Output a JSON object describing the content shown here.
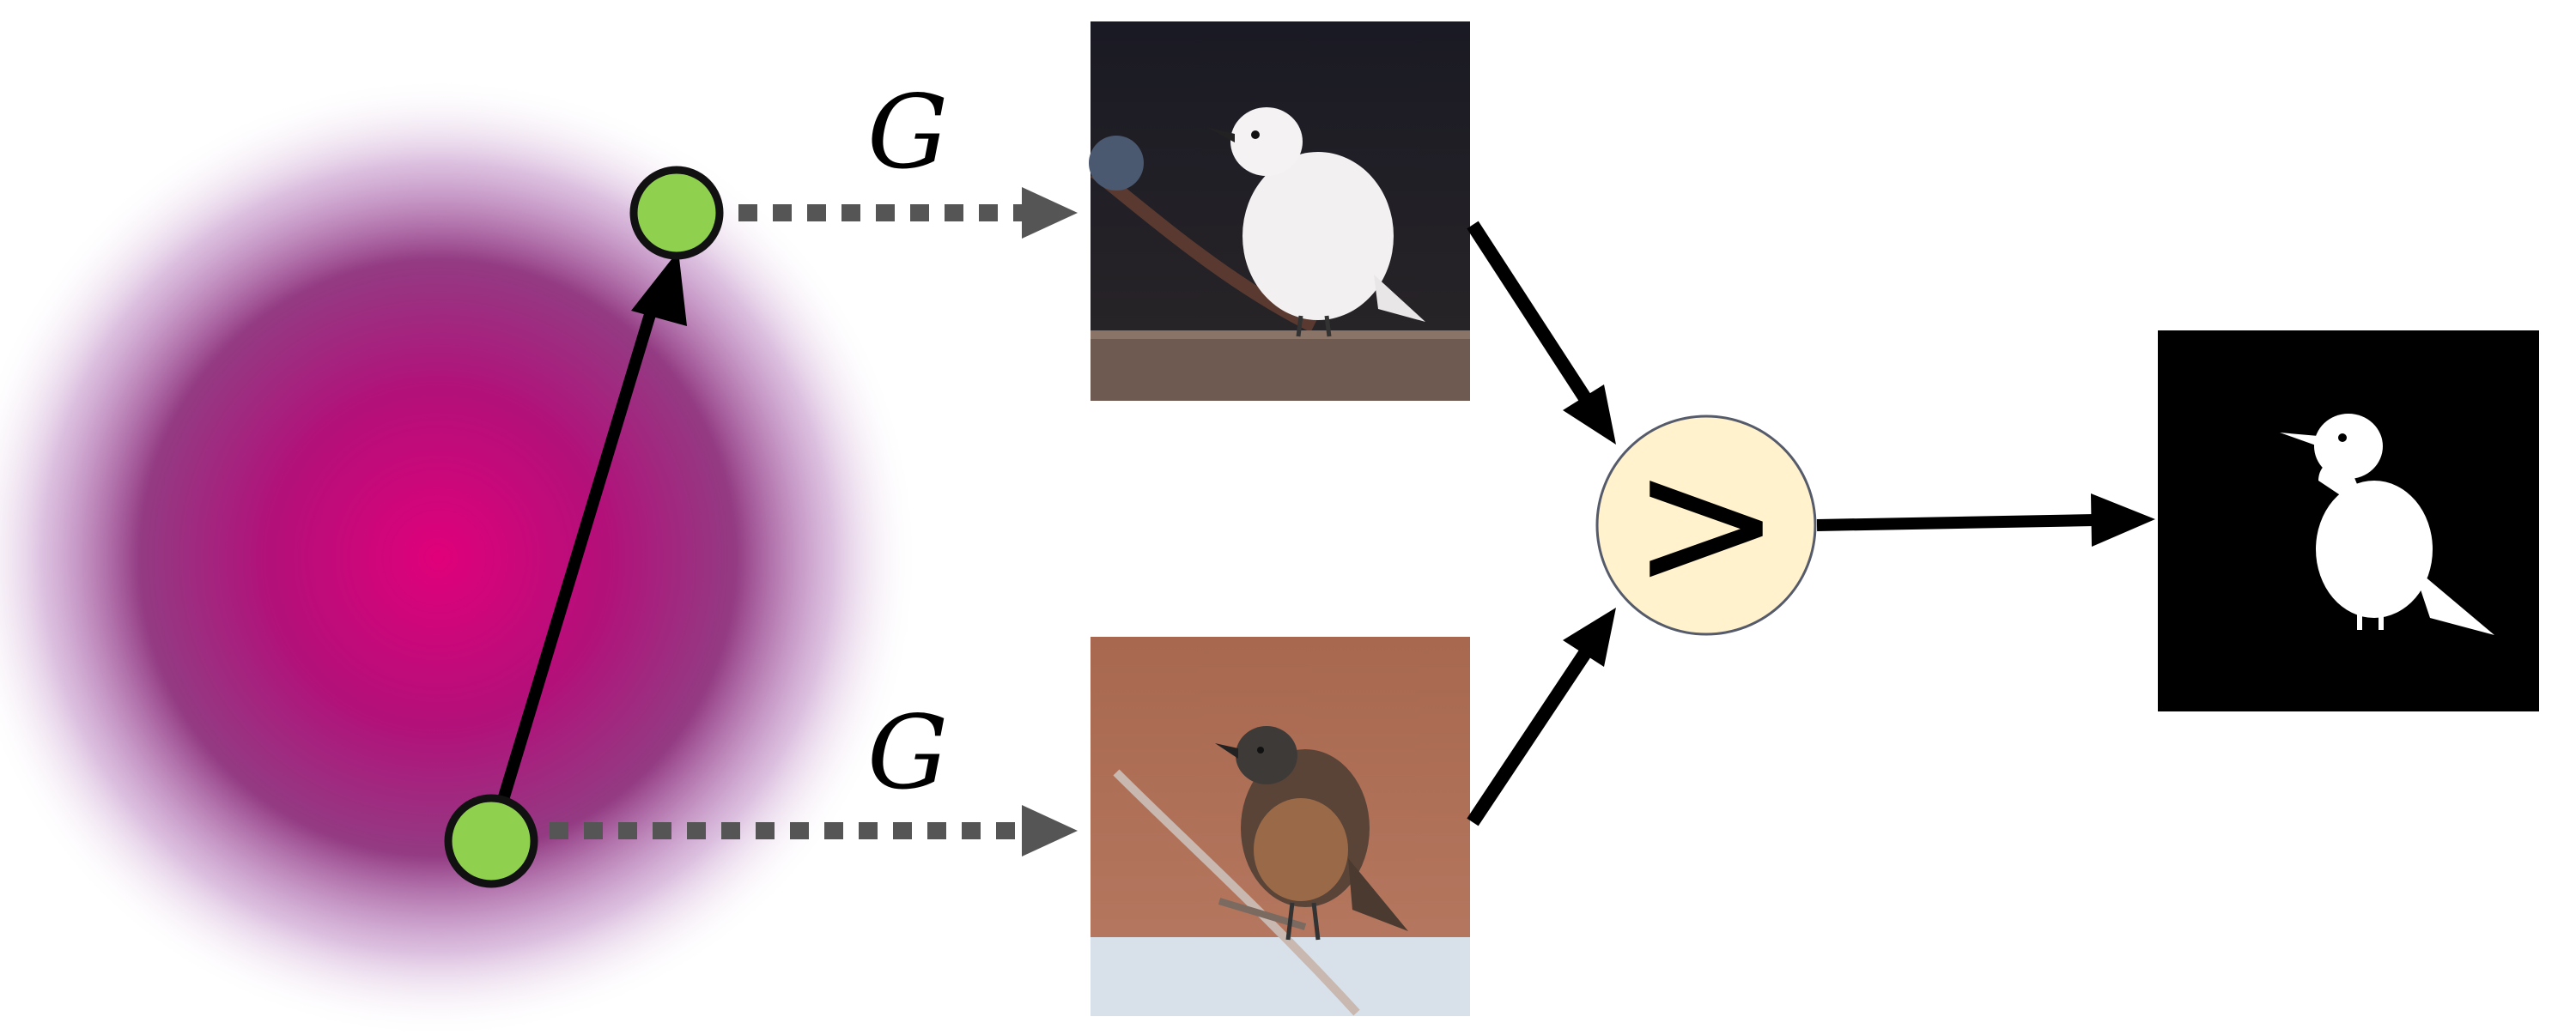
{
  "generator": {
    "label": "G"
  },
  "comparison": {
    "symbol": ">"
  },
  "icons": {
    "latent_distribution": "gaussian-blob",
    "latent_point": "green-circle",
    "generated_image": "bird-photo",
    "comparator": "greater-than-circle",
    "output_mask": "bird-silhouette-mask"
  },
  "colors": {
    "latent_center": "#e0007a",
    "latent_mid": "#8a2a78",
    "latent_point_fill": "#8fd14f",
    "comparator_fill": "#fff2cc",
    "arrow": "#000000",
    "dashed_arrow": "#555555",
    "image_top_bg": "#1f1f28",
    "image_bottom_bg": "#b07056",
    "mask_bg": "#000000",
    "mask_fg": "#ffffff"
  }
}
